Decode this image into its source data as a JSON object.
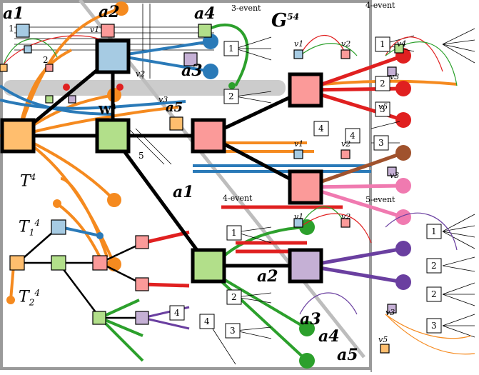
{
  "diagram": {
    "graph_title": "G",
    "graph_sup": "54",
    "tree_label": "T",
    "tree_sup": "4",
    "subtree1_label": "T",
    "subtree1_sub": "1",
    "subtree1_sup": "4",
    "subtree2_label": "T",
    "subtree2_sub": "2",
    "subtree2_sup": "4",
    "w_label": "W",
    "w_sup": "4",
    "a_labels": {
      "a1": "a1",
      "a2": "a2",
      "a3": "a3",
      "a4": "a4",
      "a5": "a5"
    },
    "events": [
      "3-event",
      "4-event",
      "4-event",
      "5-event"
    ],
    "v_labels": [
      "v1",
      "v2",
      "v3",
      "v4",
      "v5"
    ],
    "box_numbers": [
      "1",
      "2",
      "3",
      "4",
      "5"
    ],
    "colors": {
      "orange": "#f58a1f",
      "blue": "#2a7ab8",
      "green": "#2ca02c",
      "red": "#e02020",
      "pink": "#f07ab0",
      "purple": "#6a3fa0",
      "brown": "#a0522d",
      "gray": "#bdbdbd",
      "node_orange": "#ffbe6e",
      "node_blue": "#a6cbe3",
      "node_green": "#b2df8a",
      "node_pink": "#fb9a99",
      "node_purple": "#c5b0d5"
    }
  }
}
